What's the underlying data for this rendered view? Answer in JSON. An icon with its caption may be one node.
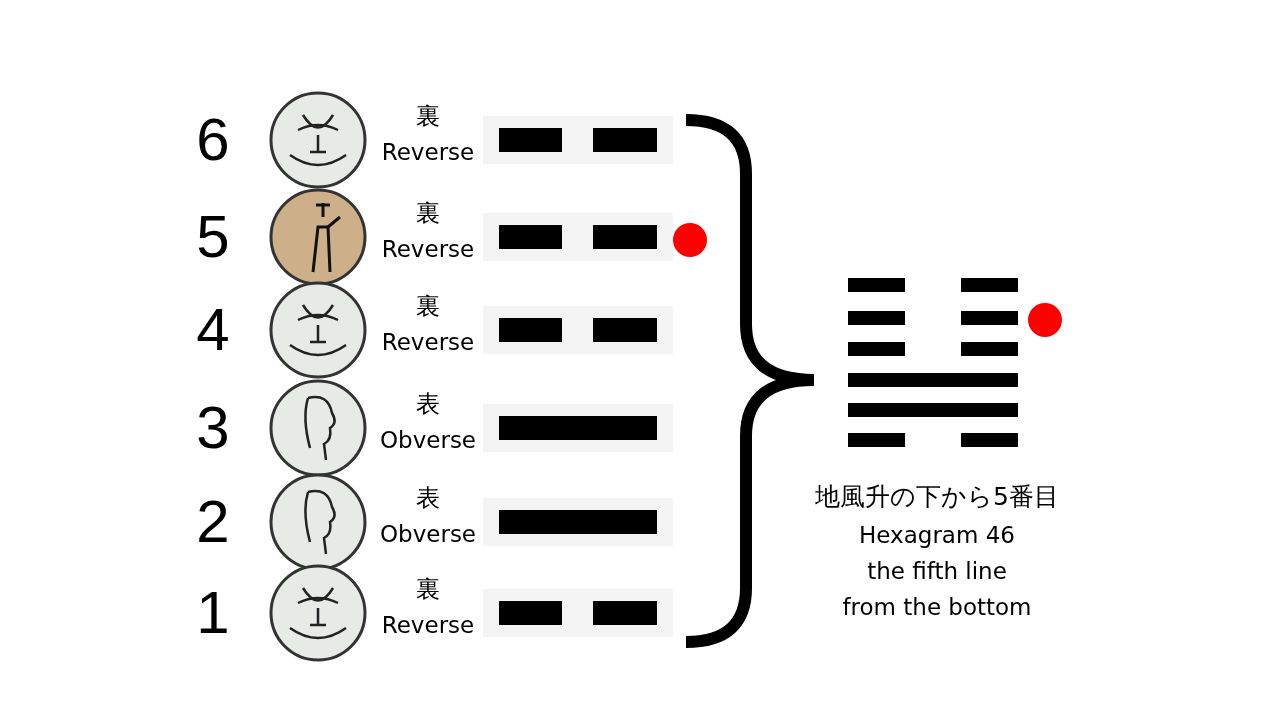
{
  "diagram": {
    "labels": [
      "6",
      "裏",
      "Reverse",
      "5",
      "裏",
      "Reverse",
      "4",
      "裏",
      "Reverse",
      "3",
      "表",
      "Obverse",
      "2",
      "表",
      "Obverse",
      "1",
      "裏",
      "Reverse",
      "地風升の下から5番目",
      "Hexagram 46",
      "the fifth line",
      "from the bottom"
    ]
  }
}
